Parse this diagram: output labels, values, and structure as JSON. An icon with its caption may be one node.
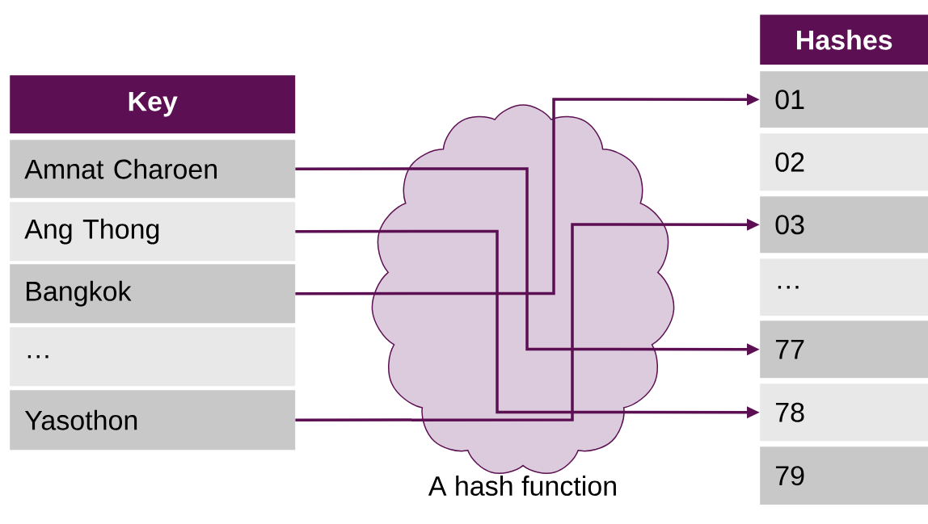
{
  "diagram": {
    "nodes": [
      {
        "text": [
          "Key"
        ]
      },
      {
        "text": [
          "Amnat Charoen"
        ]
      },
      {
        "text": [
          "Ang Thong"
        ]
      },
      {
        "text": [
          "Bangkok"
        ]
      },
      {
        "text": [
          "…"
        ]
      },
      {
        "text": [
          "Yasothon"
        ]
      },
      {
        "text": [
          "Hashes"
        ]
      },
      {
        "text": [
          "01"
        ]
      },
      {
        "text": [
          "02"
        ]
      },
      {
        "text": [
          "03"
        ]
      },
      {
        "text": [
          "…"
        ]
      },
      {
        "text": [
          "77"
        ]
      },
      {
        "text": [
          "78"
        ]
      },
      {
        "text": [
          "79"
        ]
      }
    ],
    "edges": [
      {
        "from": 1,
        "to": 11,
        "arrow": "to"
      },
      {
        "from": 2,
        "to": 12,
        "arrow": "to"
      },
      {
        "from": 3,
        "to": 7,
        "arrow": "to"
      },
      {
        "from": 5,
        "to": 9,
        "arrow": "to"
      }
    ],
    "labels": [
      "A hash function"
    ]
  }
}
